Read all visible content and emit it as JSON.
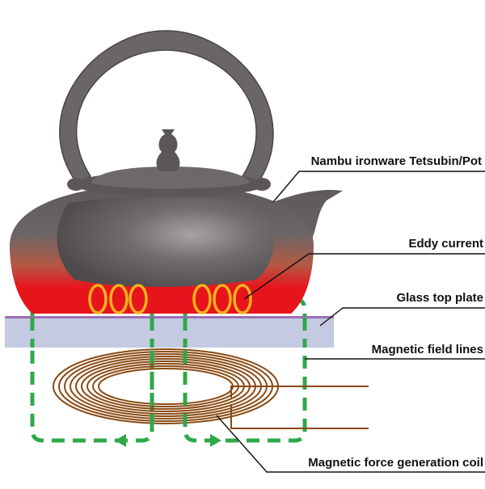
{
  "labels": {
    "pot": "Nambu ironware Tetsubin/Pot",
    "eddy": "Eddy current",
    "glass": "Glass top plate",
    "field": "Magnetic field lines",
    "coil": "Magnetic force generation coil"
  },
  "colors": {
    "iron_dark": "#5b5657",
    "iron_mid": "#6e6969",
    "heat_red": "#e8141c",
    "heat_orange": "#d8603a",
    "eddy_ring": "#f2b21b",
    "field_green": "#2fa84a",
    "glass": "#c3cae1",
    "glass_edge": "#9b6fb5",
    "coil": "#8a4a12",
    "leader": "#111111"
  }
}
